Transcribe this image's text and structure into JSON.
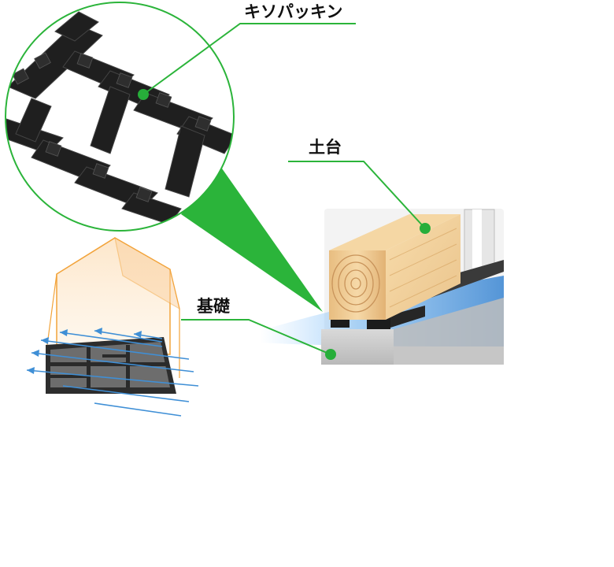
{
  "labels": {
    "packing": "キソパッキン",
    "sill": "土台",
    "foundation": "基礎"
  },
  "colors": {
    "leader_green": "#2bb43a",
    "dot_green": "#27ae3a",
    "wood_light": "#f2cf97",
    "wood_dark": "#d9a867",
    "concrete": "#c9c9c9",
    "packing_black": "#1f1f1f",
    "house_outline": "#f2a33a",
    "airflow_blue": "#3f8fd6"
  },
  "icons": {
    "dot": "green-dot-icon",
    "arrow": "airflow-arrow-icon"
  }
}
